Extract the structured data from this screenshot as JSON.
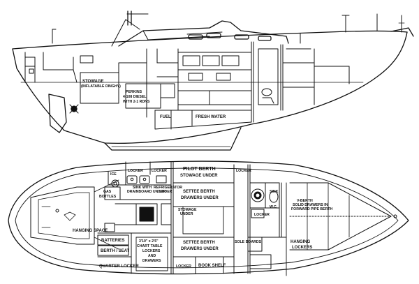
{
  "profile": {
    "labels": {
      "stowage": "STOWAGE",
      "inflatable_dinghy": "(INFLATABLE DINGHY)",
      "engine_1": "PERKINS",
      "engine_2": "4-108 DIESEL",
      "engine_3": "WITH 2-1 RDNS",
      "fuel": "FUEL",
      "fresh_water": "FRESH WATER"
    }
  },
  "plan": {
    "labels": {
      "locker_nav": "LOCKER",
      "locker_galley": "LOCKER",
      "locker_fwd": "LOCKER",
      "locker_stbd": "LOCKER",
      "locker_port_fwd": "LOCKER",
      "pilot_berth": "PILOT BERTH",
      "stowage_under": "STOWAGE UNDER",
      "settee_berth_top_1": "SETTEE BERTH",
      "settee_berth_top_2": "DRAWERS UNDER",
      "gas_bottles_1": "GAS",
      "gas_bottles_2": "BOTTLES",
      "sink_1": "SINK WITH",
      "sink_2": "DRAINBOARD UNDER",
      "refrigerator_1": "REFRIGERATOR",
      "refrigerator_2": "UNDER",
      "ice": "ICE",
      "dinette_1": "STOWAGE",
      "dinette_2": "UNDER",
      "sink_head": "SINK",
      "head_wc": "W.C.",
      "hanging_space": "HANGING SPACE",
      "batteries": "BATTERIES",
      "berth_seat": "BERTH / SEAT",
      "chart_table_1": "3'10\" x 2'5\"",
      "chart_table_2": "CHART TABLE",
      "chart_table_3": "LOCKERS",
      "chart_table_4": "AND",
      "chart_table_5": "DRAWERS",
      "settee_berth_bot_1": "SETTEE BERTH",
      "settee_berth_bot_2": "DRAWERS UNDER",
      "sole_boards": "SOLE BOARDS",
      "hanging_lockers_1": "HANGING",
      "hanging_lockers_2": "LOCKERS",
      "quarter_locker": "QUARTER LOCKER",
      "book_shelf": "BOOK SHELF",
      "v_berth_note_1": "V-BERTH",
      "v_berth_note_2": "SOLID DRAWERS IN",
      "v_berth_note_3": "FORWARD PIPE BERTH"
    }
  }
}
